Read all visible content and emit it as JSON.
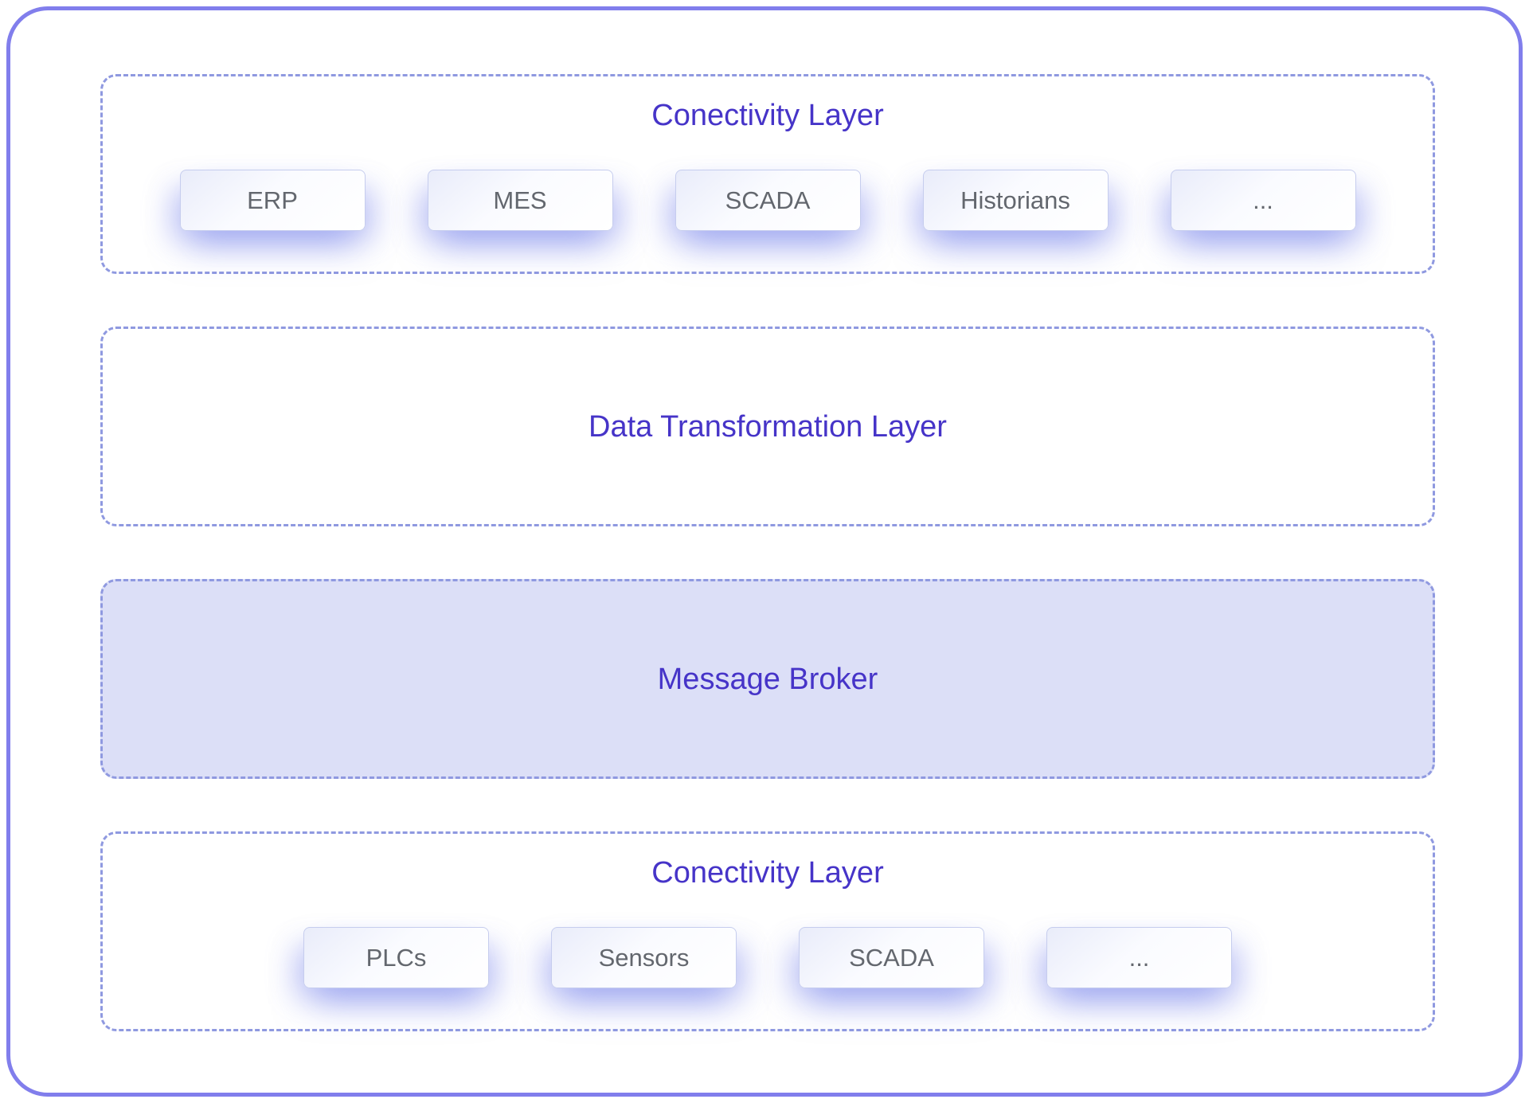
{
  "diagram": {
    "layers": [
      {
        "id": "connectivity-top",
        "title": "Conectivity Layer",
        "items": [
          "ERP",
          "MES",
          "SCADA",
          "Historians",
          "..."
        ]
      },
      {
        "id": "data-transformation",
        "title": "Data Transformation Layer",
        "items": []
      },
      {
        "id": "message-broker",
        "title": "Message Broker",
        "items": []
      },
      {
        "id": "connectivity-bottom",
        "title": "Conectivity Layer",
        "items": [
          "PLCs",
          "Sensors",
          "SCADA",
          "..."
        ]
      }
    ],
    "colors": {
      "outer_border": "#817eec",
      "dashed_border": "#8f99e0",
      "title_text": "#4634c8",
      "node_text": "#63676e",
      "broker_fill": "#dcdff7",
      "node_glow": "#8893ee"
    }
  }
}
